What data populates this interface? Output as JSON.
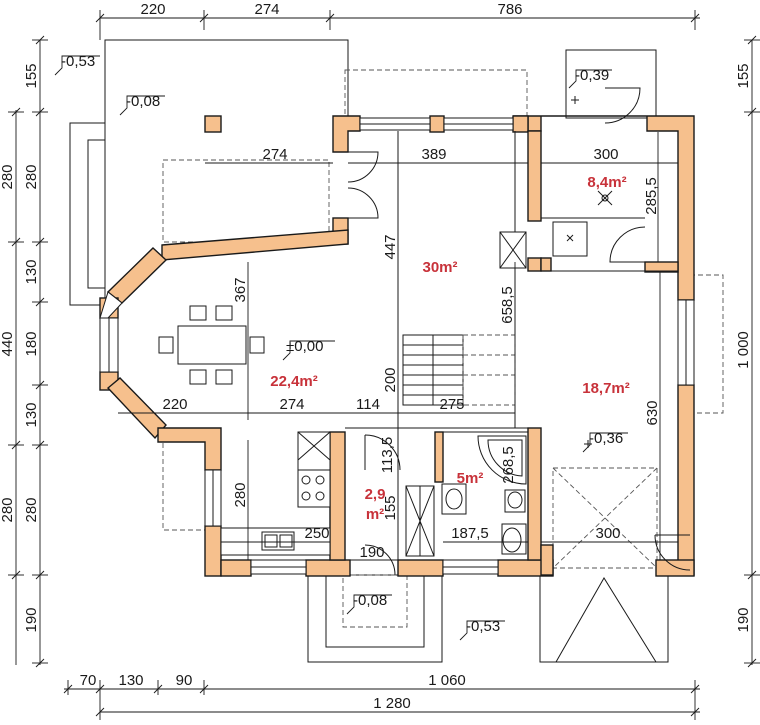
{
  "dimensions": {
    "top": [
      "220",
      "274",
      "786"
    ],
    "bottom_row1": [
      "70",
      "130",
      "90",
      "1 060"
    ],
    "bottom_row2": "1 280",
    "left_outer": "440",
    "left_inner": [
      "155",
      "280",
      "130",
      "180",
      "130",
      "280",
      "190"
    ],
    "left_outer2": [
      "280",
      "280"
    ],
    "right": [
      "155",
      "1 000",
      "190"
    ],
    "interior": {
      "d274_top": "274",
      "d389": "389",
      "d300_top": "300",
      "d285_5": "285,5",
      "d447": "447",
      "d367": "367",
      "d658_5": "658,5",
      "d200": "200",
      "d630": "630",
      "d220_mid": "220",
      "d274_mid": "274",
      "d114": "114",
      "d275": "275",
      "d113_5": "113,5",
      "d268_5": "268,5",
      "d280_kitchen": "280",
      "d250": "250",
      "d155_wc": "155",
      "d190_wc": "190",
      "d187_5": "187,5",
      "d300_garage": "300"
    }
  },
  "levels": {
    "l1": "-0,53",
    "l2": "-0,08",
    "l3": "-0,39",
    "l4": "±0,00",
    "l5": "-0,36",
    "l6": "-0,08",
    "l7": "-0,53"
  },
  "rooms": {
    "living": "30m²",
    "boiler": "8,4m²",
    "dining": "22,4m²",
    "garage": "18,7m²",
    "bath": "5m²",
    "wc_line1": "2,9",
    "wc_line2": "m²"
  }
}
